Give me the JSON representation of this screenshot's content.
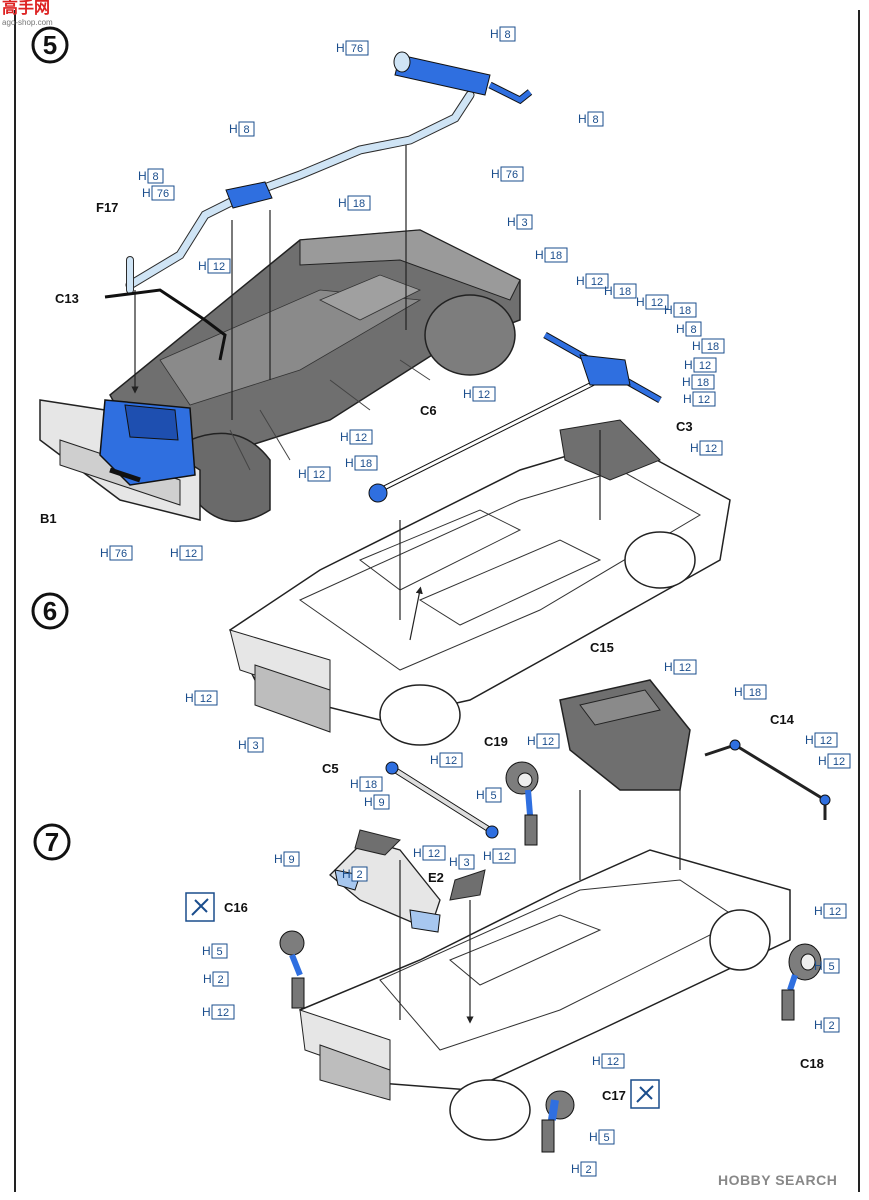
{
  "watermark_top": {
    "title": "高手网",
    "sub": "ago-shop.com"
  },
  "watermark_bottom": "HOBBY SEARCH",
  "colors": {
    "accent": "#2f6fe0",
    "leader": "#333333",
    "line": "#222222",
    "hbox": "#1a4d8c"
  },
  "steps": [
    {
      "number": "5"
    },
    {
      "number": "6"
    },
    {
      "number": "7"
    }
  ],
  "part_labels": [
    "F17",
    "C13",
    "B1",
    "C6",
    "C3",
    "C15",
    "C19",
    "C14",
    "C5",
    "E2",
    "C16",
    "C17",
    "C18"
  ],
  "h_labels": {
    "prefix": "H",
    "values": [
      "8",
      "76",
      "8",
      "8",
      "8",
      "76",
      "76",
      "18",
      "3",
      "12",
      "18",
      "12",
      "18",
      "12",
      "18",
      "8",
      "18",
      "12",
      "18",
      "12",
      "12",
      "12",
      "18",
      "12",
      "12",
      "12",
      "76",
      "12",
      "3",
      "12",
      "12",
      "12",
      "18",
      "12",
      "18",
      "12",
      "5",
      "9",
      "9",
      "12",
      "3",
      "2",
      "12",
      "5",
      "2",
      "12",
      "12",
      "5",
      "2",
      "12",
      "5",
      "2"
    ]
  },
  "icons": [
    "no-glue-icon-1",
    "no-glue-icon-2"
  ]
}
